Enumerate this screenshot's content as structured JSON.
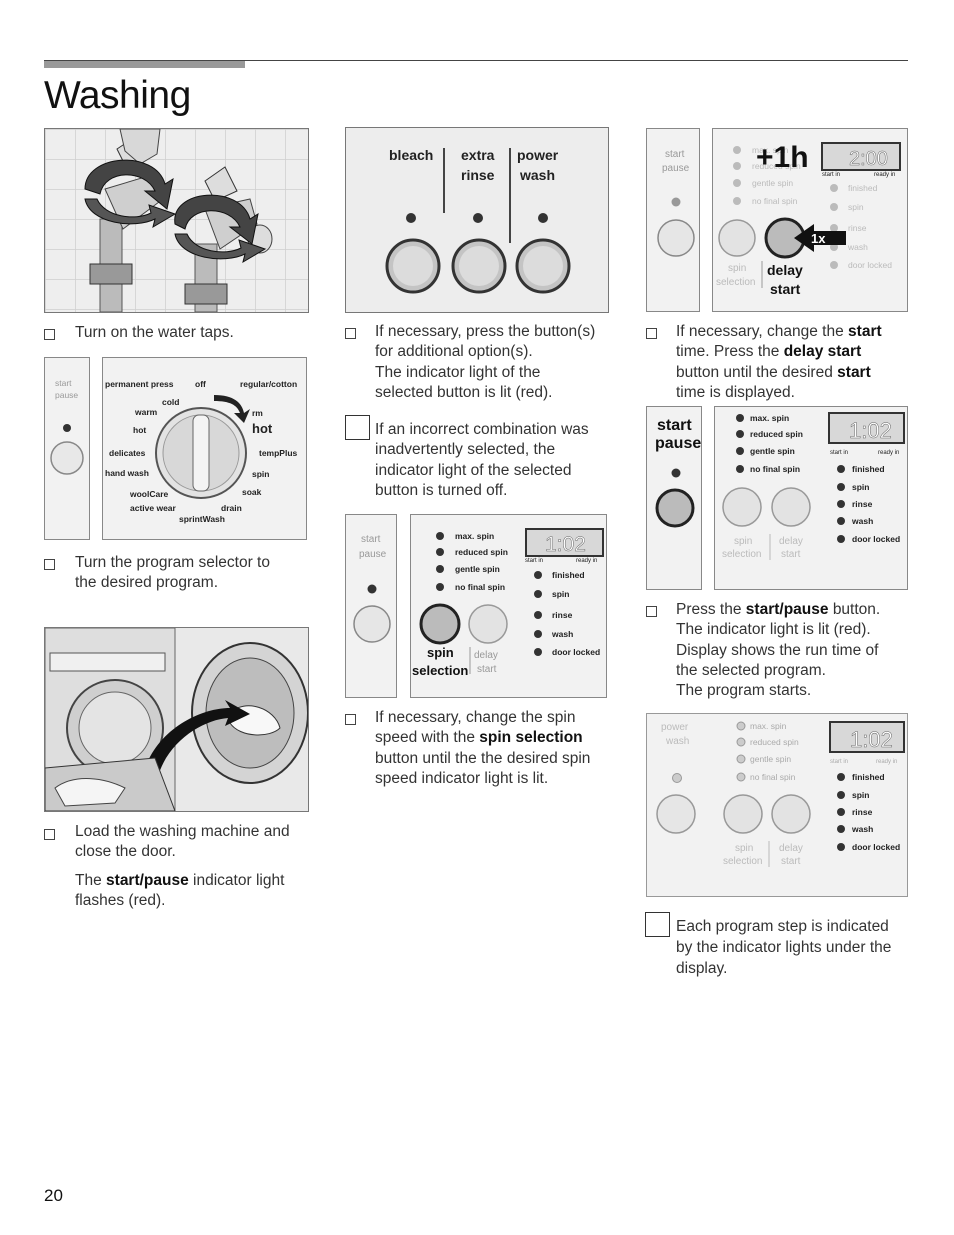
{
  "header": {
    "title": "Washing"
  },
  "page_number": "20",
  "col1": {
    "step1": "Turn on the water taps.",
    "step2_line1": "Turn the program selector to",
    "step2_line2": "the desired program.",
    "step3_line1": "Load the washing machine and",
    "step3_line2": "close the door.",
    "note_pre": "The",
    "note_bold": "start/pause",
    "note_post": "indicator light",
    "note_line2": "flashes (red).",
    "dial": {
      "start": "start",
      "pause": "pause",
      "permanent_press": "permanent press",
      "off": "off",
      "regular_cotton": "regular/cotton",
      "cold": "cold",
      "warm": "warm",
      "hot_small": "hot",
      "hot_big": "hot",
      "rm": "rm",
      "delicates": "delicates",
      "tempplus": "tempPlus",
      "hand_wash": "hand wash",
      "spin": "spin",
      "woolcare": "woolCare",
      "soak": "soak",
      "active_wear": "active wear",
      "drain": "drain",
      "sprintwash": "sprintWash"
    }
  },
  "col2": {
    "panel_labels": {
      "bleach": "bleach",
      "extra": "extra",
      "rinse": "rinse",
      "power": "power",
      "wash": "wash"
    },
    "step1_l1": "If necessary, press the button(s)",
    "step1_l2": "for additional option(s).",
    "step1_l3": "The indicator light of the",
    "step1_l4": "selected button is lit (red).",
    "note_l1": "If an incorrect combination was",
    "note_l2": "inadvertently selected, the",
    "note_l3": "indicator light of the selected",
    "note_l4": "button is turned off.",
    "step2_l1": "If necessary, change the spin",
    "step2_l2_pre": "speed with the",
    "step2_l2_bold": "spin selection",
    "step2_l3": "button until the the desired spin",
    "step2_l4": "speed indicator light is lit."
  },
  "col3": {
    "step1_l1_pre": "If necessary, change the",
    "step1_l1_bold": "start",
    "step1_l2_pre": "time. Press the",
    "step1_l2_bold": "delay start",
    "step1_l3_pre": "button until the desired",
    "step1_l3_bold": "start",
    "step1_l4": "time is displayed.",
    "step2_pre": "Press the",
    "step2_bold": "start/pause",
    "step2_post": "button.",
    "step2_l2": "The indicator light is lit (red).",
    "step2_l3": "Display shows the run time of",
    "step2_l4": "the selected program.",
    "step2_l5": "The program starts.",
    "note_l1": "Each program step is indicated",
    "note_l2": "by the indicator lights under the",
    "note_l3": "display.",
    "delay_badge": "+1h",
    "times": {
      "t200": "2:00",
      "t102": "1:02"
    },
    "press_badge": "1x"
  },
  "panel": {
    "start": "start",
    "pause": "pause",
    "power": "power",
    "wash": "wash",
    "max_spin": "max. spin",
    "reduced_spin": "reduced spin",
    "gentle_spin": "gentle spin",
    "no_final_spin": "no final spin",
    "finished": "finished",
    "spin": "spin",
    "rinse": "rinse",
    "wash_step": "wash",
    "door_locked": "door locked",
    "start_in": "start in",
    "ready_in": "ready in",
    "spin_sel1": "spin",
    "spin_sel2": "selection",
    "delay1": "delay",
    "delay2": "start"
  }
}
